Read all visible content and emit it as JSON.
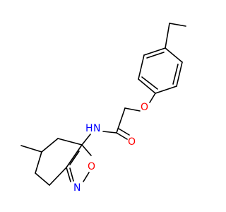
{
  "colors": {
    "bond": "#000000",
    "carbon": "#000000",
    "oxygen": "#ff0000",
    "nitrogen": "#0000ff"
  },
  "atoms": {
    "ether_oxygen": "O",
    "carbonyl_oxygen": "O",
    "amide_nitrogen": "N",
    "amide_hydrogen": "H",
    "ring_oxygen": "O",
    "ring_nitrogen": "N"
  }
}
